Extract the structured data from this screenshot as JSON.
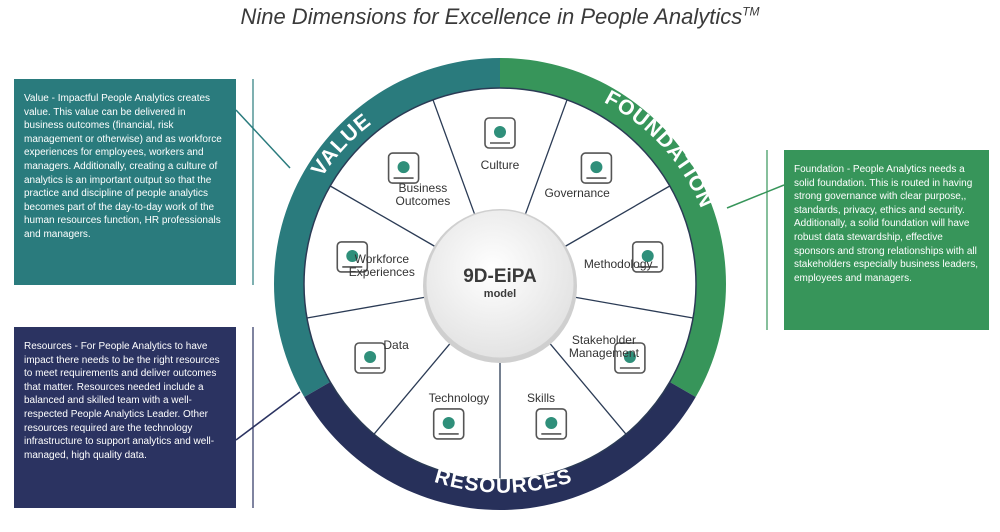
{
  "title": "Nine Dimensions for Excellence in People Analytics",
  "title_mark": "TM",
  "center": {
    "title": "9D-EiPA",
    "subtitle": "model"
  },
  "ring_labels": {
    "value": "VALUE",
    "foundation": "FOUNDATION",
    "resources": "RESOURCES"
  },
  "segments": [
    {
      "line1": "Culture",
      "line2": "",
      "icon": "people-network-icon"
    },
    {
      "line1": "Governance",
      "line2": "",
      "icon": "gear-hierarchy-icon"
    },
    {
      "line1": "Methodology",
      "line2": "",
      "icon": "document-checklist-icon"
    },
    {
      "line1": "Stakeholder",
      "line2": "Management",
      "icon": "handshake-icon"
    },
    {
      "line1": "Skills",
      "line2": "",
      "icon": "skills-network-icon"
    },
    {
      "line1": "Technology",
      "line2": "",
      "icon": "computer-network-icon"
    },
    {
      "line1": "Data",
      "line2": "",
      "icon": "certificate-icon"
    },
    {
      "line1": "Workforce",
      "line2": "Experiences",
      "icon": "monitor-people-icon"
    },
    {
      "line1": "Business",
      "line2": "Outcomes",
      "icon": "rocket-chart-icon"
    }
  ],
  "boxes": {
    "value": {
      "heading": "Value",
      "text": " - Impactful People Analytics creates value. This value can be delivered in business outcomes (financial, risk management or otherwise) and as workforce experiences for employees, workers and managers. Additionally, creating a culture of analytics is an important output so that the practice and discipline of people analytics becomes part of the day-to-day work of the human resources function, HR professionals and managers."
    },
    "foundation": {
      "heading": "Foundation",
      "text": " - People Analytics needs a solid foundation. This is routed in having strong governance with clear purpose,, standards, privacy, ethics and security. Additionally, a solid foundation will have robust data stewardship, effective sponsors and strong relationships with all stakeholders especially business leaders, employees and managers."
    },
    "resources": {
      "heading": "Resources",
      "text": " - For People Analytics to have impact there needs to be the right resources to meet requirements and deliver outcomes that matter. Resources needed include a balanced and skilled team with a well-respected People Analytics Leader. Other resources required are the technology infrastructure to support analytics and well-managed, high quality data."
    }
  },
  "colors": {
    "value": "#2a7b7d",
    "foundation": "#37955a",
    "resources": "#27305a",
    "spoke": "#2b3b55"
  }
}
